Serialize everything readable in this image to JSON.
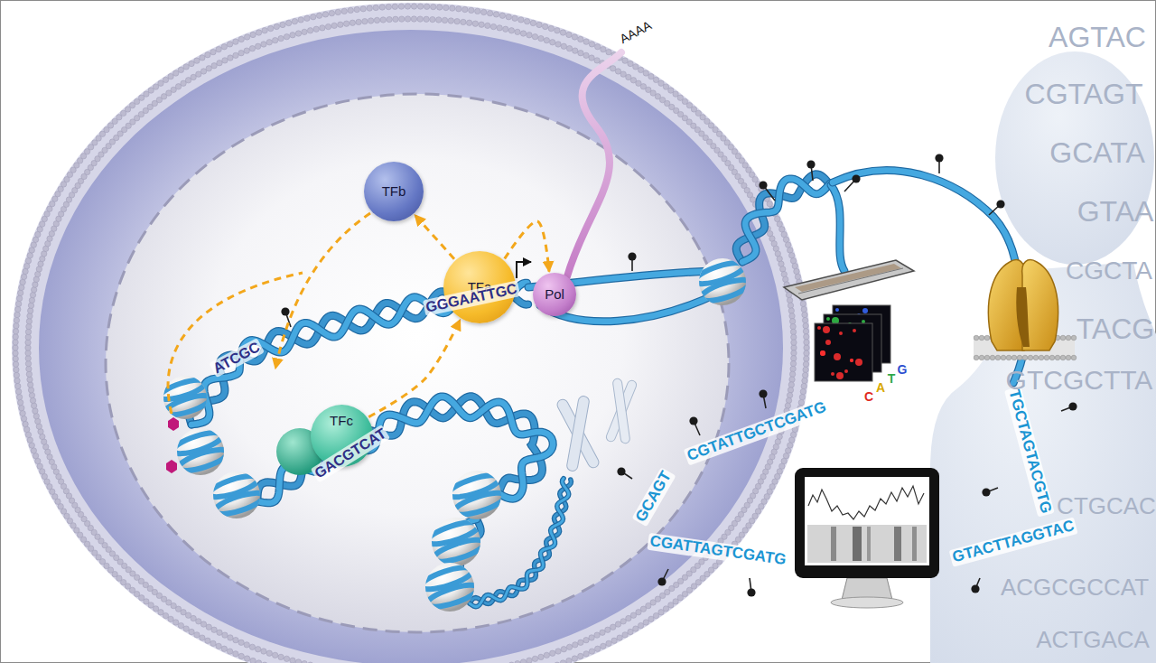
{
  "diagram": {
    "nodes": [
      {
        "text": [
          "TFb"
        ]
      },
      {
        "text": [
          "TFa"
        ]
      },
      {
        "text": [
          "Pol"
        ]
      },
      {
        "text": [
          "TFc"
        ]
      }
    ],
    "edges": [
      {
        "from": 1,
        "to": 0,
        "arrow": "to"
      },
      {
        "from": 1,
        "to": 2,
        "arrow": "to"
      },
      {
        "from": 3,
        "to": 1,
        "arrow": "to"
      }
    ],
    "labels": [
      "ATCGC",
      "GGGAATTGC",
      "GACGTCAT",
      "AAAA",
      "C",
      "A",
      "T",
      "G",
      "CGTATTGCTCGATG",
      "GCAGT",
      "CGATTAGTCGATG",
      "TGCTAGTACGTG",
      "GTACTTAGGTAC",
      "AGTAC",
      "CGTAGT",
      "GCATA",
      "GTAA",
      "CGCTA",
      "TACG",
      "GTCGCTTA",
      "CTGCAC",
      "ACGCGCCAT",
      "ACTGACA"
    ]
  }
}
